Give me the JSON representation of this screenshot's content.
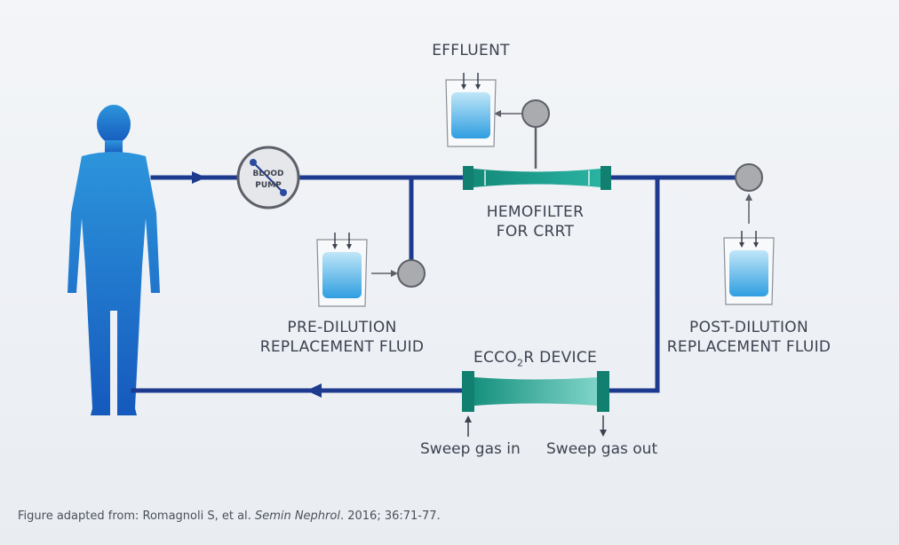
{
  "labels": {
    "effluent": "EFFLUENT",
    "blood_pump_line1": "BLOOD",
    "blood_pump_line2": "PUMP",
    "hemofilter_line1": "HEMOFILTER",
    "hemofilter_line2": "FOR CRRT",
    "pre_dilution_line1": "PRE-DILUTION",
    "pre_dilution_line2": "REPLACEMENT FLUID",
    "post_dilution_line1": "POST-DILUTION",
    "post_dilution_line2": "REPLACEMENT FLUID",
    "ecco2r_prefix": "ECCO",
    "ecco2r_subscript": "2",
    "ecco2r_suffix": "R DEVICE",
    "sweep_gas_in": "Sweep gas in",
    "sweep_gas_out": "Sweep gas out"
  },
  "caption": {
    "prefix": "Figure adapted from: Romagnoli S, et al. ",
    "journal": "Semin Nephrol",
    "suffix": ". 2016; 36:71-77."
  },
  "colors": {
    "tubing": "#1e3a8f",
    "filter": "#1a9a8a",
    "pump_gray": "#a9abae",
    "body_top": "#2a8fd8",
    "body_bottom": "#1560c0",
    "fluid": "#4fb3e8"
  }
}
